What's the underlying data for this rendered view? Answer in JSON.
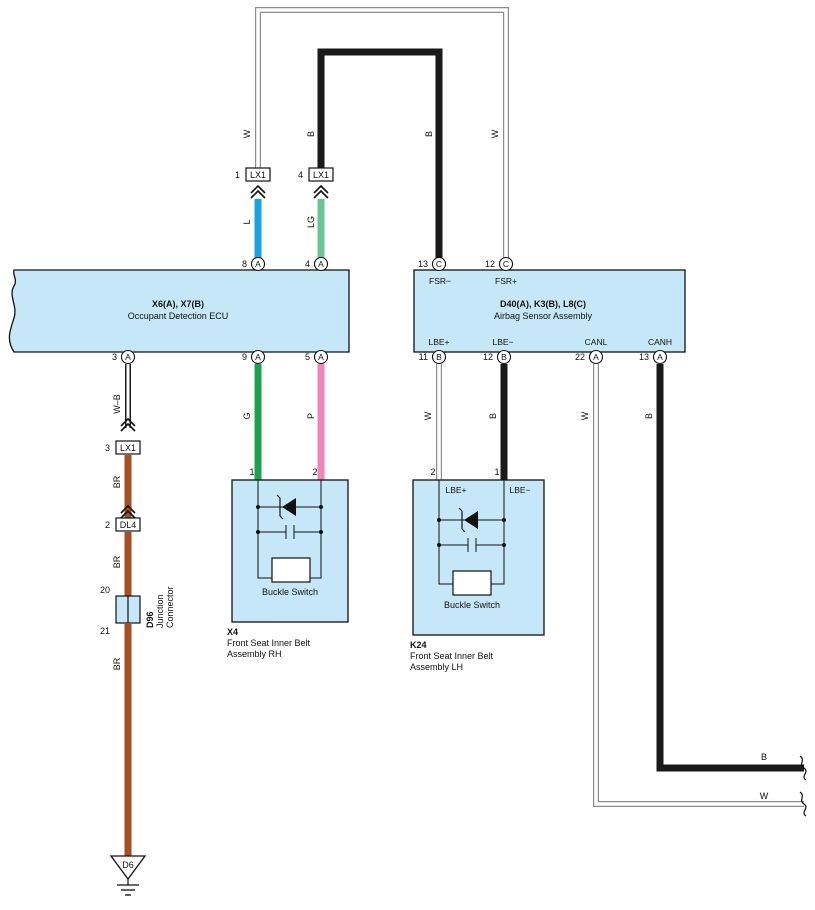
{
  "colors": {
    "box_fill": "#c6e7f7",
    "wire_black": "#1a1a1a",
    "wire_white_outline": "#8c8c8c",
    "wire_blue": "#1aa3e0",
    "wire_lightgreen": "#6cc394",
    "wire_green": "#1da24f",
    "wire_pink": "#ef86b7",
    "wire_brown": "#a64f25"
  },
  "ecu": {
    "code": "X6(A), X7(B)",
    "name": "Occupant Detection ECU",
    "top_pins": [
      {
        "num": "8",
        "conn": "A"
      },
      {
        "num": "4",
        "conn": "A"
      }
    ],
    "bottom_pins": [
      {
        "num": "3",
        "conn": "A"
      },
      {
        "num": "9",
        "conn": "A"
      },
      {
        "num": "5",
        "conn": "A"
      }
    ]
  },
  "airbag": {
    "code": "D40(A), K3(B), L8(C)",
    "name": "Airbag Sensor Assembly",
    "top_pins": [
      {
        "num": "13",
        "conn": "C",
        "label": "FSR−"
      },
      {
        "num": "12",
        "conn": "C",
        "label": "FSR+"
      }
    ],
    "bottom_pins": [
      {
        "num": "11",
        "conn": "B",
        "label": "LBE+"
      },
      {
        "num": "12",
        "conn": "B",
        "label": "LBE−"
      },
      {
        "num": "22",
        "conn": "A",
        "label": "CANL"
      },
      {
        "num": "13",
        "conn": "A",
        "label": "CANH"
      }
    ]
  },
  "lx1_top": [
    {
      "pin": "1",
      "name": "LX1"
    },
    {
      "pin": "4",
      "name": "LX1"
    }
  ],
  "lx1_left": {
    "pin": "3",
    "name": "LX1"
  },
  "dl4": {
    "pin": "2",
    "name": "DL4"
  },
  "junction": {
    "code": "D96",
    "name_line1": "Junction",
    "name_line2": "Connector",
    "pin_top": "20",
    "pin_bottom": "21"
  },
  "ground": {
    "name": "D6"
  },
  "wire_labels": {
    "top_w_left": "W",
    "top_b_left": "B",
    "top_b_right": "B",
    "top_w_right": "W",
    "lx1_1_to_ecu": "L",
    "lx1_4_to_ecu": "LG",
    "ecu3_to_lx1": "W–B",
    "ecu9": "G",
    "ecu5": "P",
    "lx1_to_dl4": "BR",
    "dl4_to_d96": "BR",
    "d96_to_ground": "BR",
    "airbag11": "W",
    "airbag12": "B",
    "canl": "W",
    "canh": "B",
    "out_b": "B",
    "out_w": "W"
  },
  "buckle_rh": {
    "code": "X4",
    "name_line1": "Front Seat Inner Belt",
    "name_line2": "Assembly RH",
    "switch_label": "Buckle Switch",
    "pin_left": "1",
    "pin_right": "2"
  },
  "buckle_lh": {
    "code": "K24",
    "name_line1": "Front Seat Inner Belt",
    "name_line2": "Assembly LH",
    "switch_label": "Buckle Switch",
    "pin_left": "2",
    "pin_right": "1",
    "term_left": "LBE+",
    "term_right": "LBE−"
  }
}
